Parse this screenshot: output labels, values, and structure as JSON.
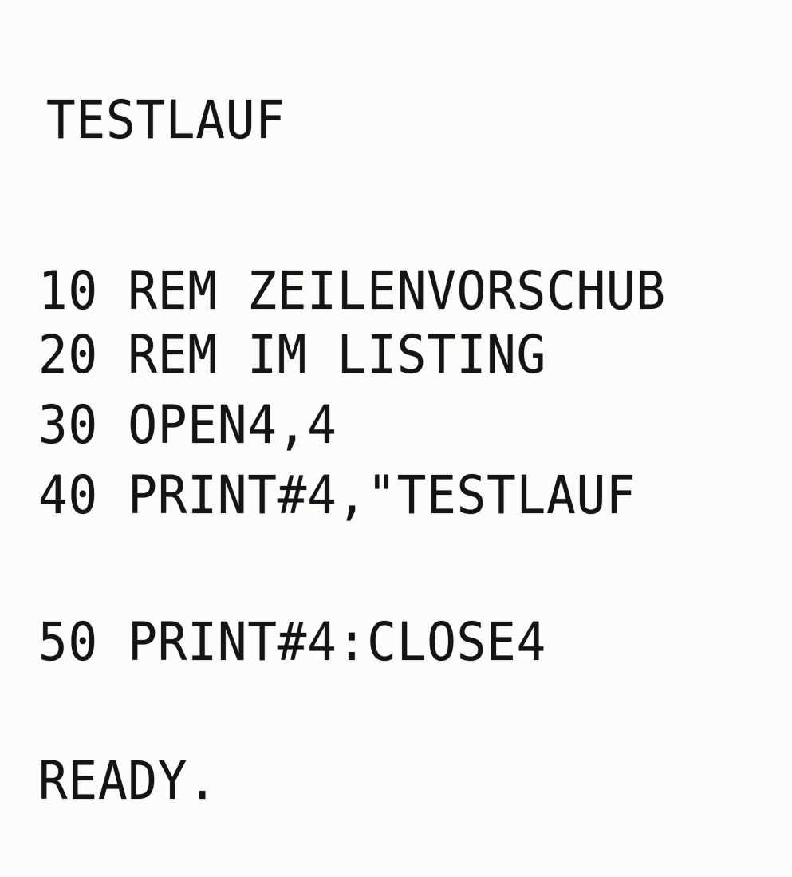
{
  "printout": {
    "title": "TESTLAUF",
    "listing": [
      "10 REM ZEILENVORSCHUB",
      "20 REM IM LISTING",
      "30 OPEN4,4",
      "40 PRINT#4,\"TESTLAUF",
      "50 PRINT#4:CLOSE4"
    ],
    "status": "READY."
  }
}
